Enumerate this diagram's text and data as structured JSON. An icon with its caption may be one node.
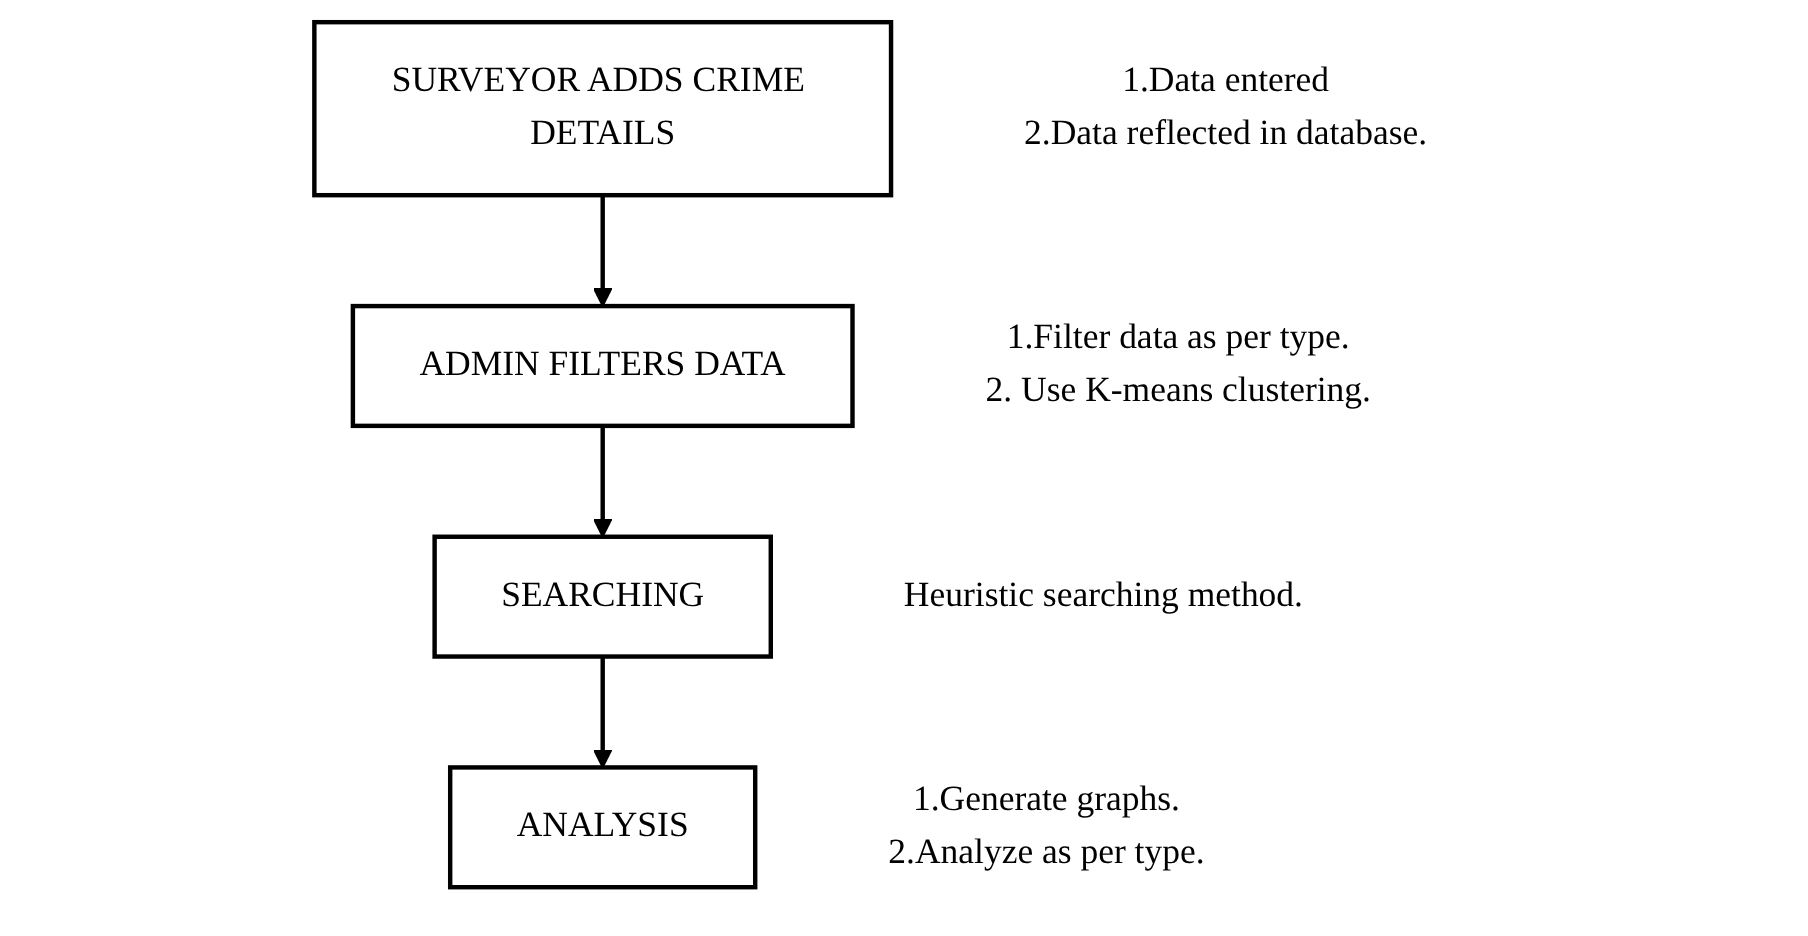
{
  "diagram": {
    "nodes": [
      {
        "text": [
          "SURVEYOR ADDS CRIME DETAILS"
        ],
        "beside": [
          "1.Data entered",
          "2.Data reflected in database."
        ]
      },
      {
        "text": [
          "ADMIN FILTERS DATA"
        ],
        "beside": [
          "1.Filter data as per type.",
          "2. Use K-means clustering."
        ]
      },
      {
        "text": [
          "SEARCHING"
        ],
        "beside": [
          "Heuristic searching method."
        ]
      },
      {
        "text": [
          "ANALYSIS"
        ],
        "beside": [
          "1.Generate graphs.",
          "2.Analyze as per type."
        ]
      }
    ],
    "edges": [
      {
        "from": 0,
        "to": 1,
        "arrow": "to"
      },
      {
        "from": 1,
        "to": 2,
        "arrow": "to"
      },
      {
        "from": 2,
        "to": 3,
        "arrow": "to"
      }
    ]
  }
}
